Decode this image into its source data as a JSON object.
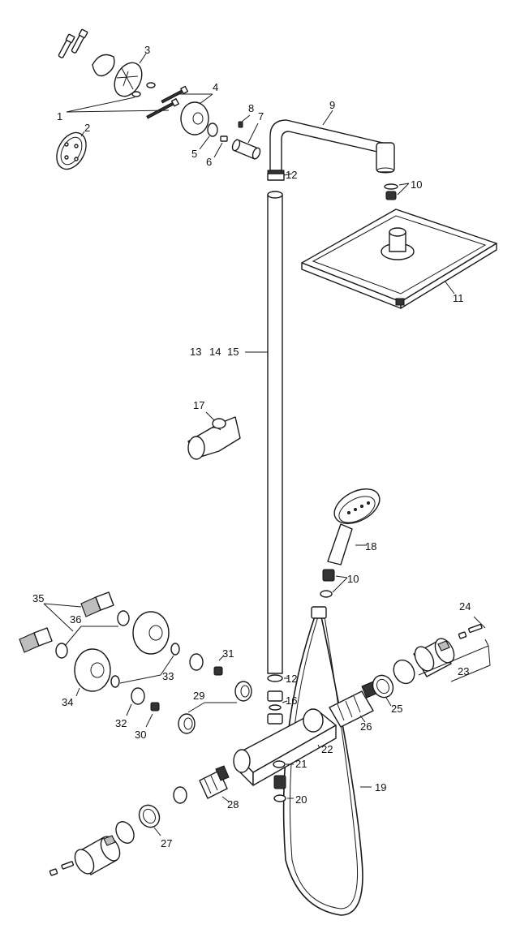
{
  "callouts": {
    "c1": "1",
    "c2": "2",
    "c3": "3",
    "c4": "4",
    "c5": "5",
    "c6": "6",
    "c7": "7",
    "c8": "8",
    "c9": "9",
    "c10a": "10",
    "c10b": "10",
    "c11": "11",
    "c12a": "12",
    "c12b": "12",
    "c13": "13",
    "c14": "14",
    "c15": "15",
    "c16": "16",
    "c17": "17",
    "c18": "18",
    "c19": "19",
    "c20": "20",
    "c21": "21",
    "c22": "22",
    "c23": "23",
    "c24": "24",
    "c25": "25",
    "c26": "26",
    "c27": "27",
    "c28": "28",
    "c29": "29",
    "c30": "30",
    "c31": "31",
    "c32": "32",
    "c33": "33",
    "c34": "34",
    "c35": "35",
    "c36": "36"
  }
}
